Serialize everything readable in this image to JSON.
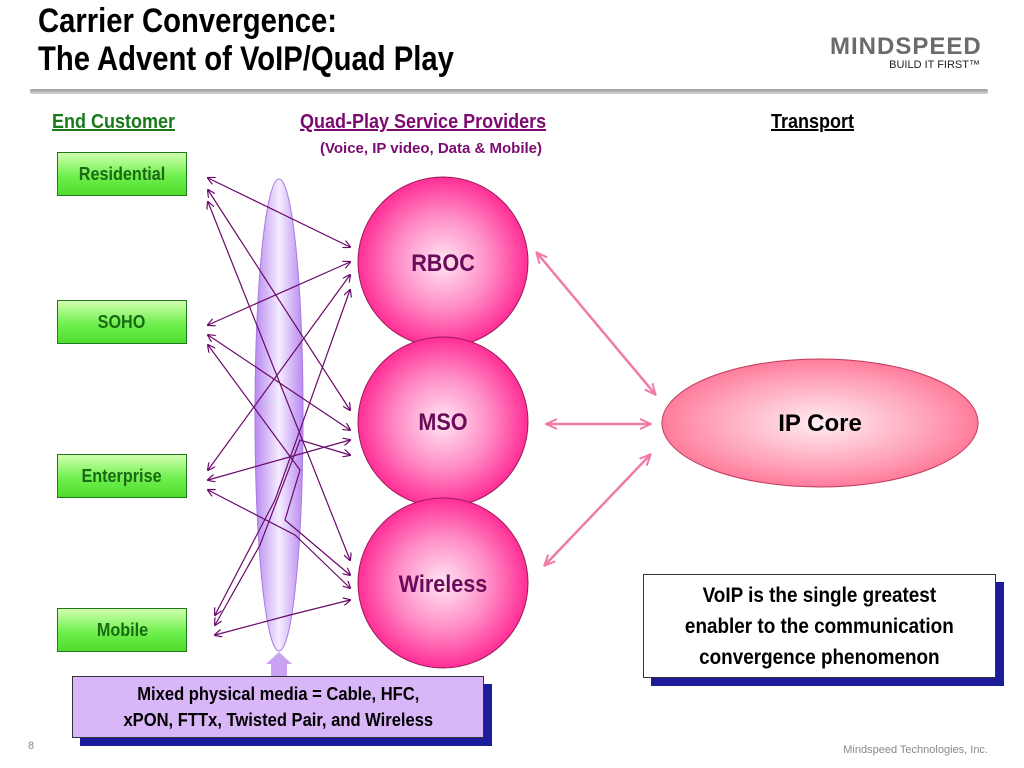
{
  "slide": {
    "title_line1": "Carrier Convergence:",
    "title_line2": "The Advent of VoIP/Quad Play",
    "page_number": "8",
    "footer": "Mindspeed Technologies, Inc."
  },
  "logo": {
    "wordmark": "MINDSPEED",
    "tagline": "BUILD IT FIRST™",
    "accent_color": "#e8a000"
  },
  "headers": {
    "end_customer": "End Customer",
    "providers": "Quad-Play Service Providers",
    "providers_sub": "(Voice, IP video, Data & Mobile)",
    "transport": "Transport"
  },
  "customers": [
    "Residential",
    "SOHO",
    "Enterprise",
    "Mobile"
  ],
  "providers": [
    "RBOC",
    "MSO",
    "Wireless"
  ],
  "core": "IP Core",
  "note": [
    "VoIP is the single greatest",
    "enabler to the communication",
    "convergence phenomenon"
  ],
  "media": [
    "Mixed physical media = Cable, HFC,",
    "xPON,  FTTx, Twisted Pair, and Wireless"
  ],
  "colors": {
    "end_customer_header": "#1a7a1a",
    "provider_header": "#7a0a6f",
    "customer_fill": "#6ff04e",
    "provider_fill": "#ff3ea0",
    "core_fill": "#ff7aa0",
    "connector_arrows": "#6a0a6a",
    "transport_arrows": "#f07aa8",
    "media_fill": "#d9b6f7",
    "shadow": "#1c1c9a"
  }
}
